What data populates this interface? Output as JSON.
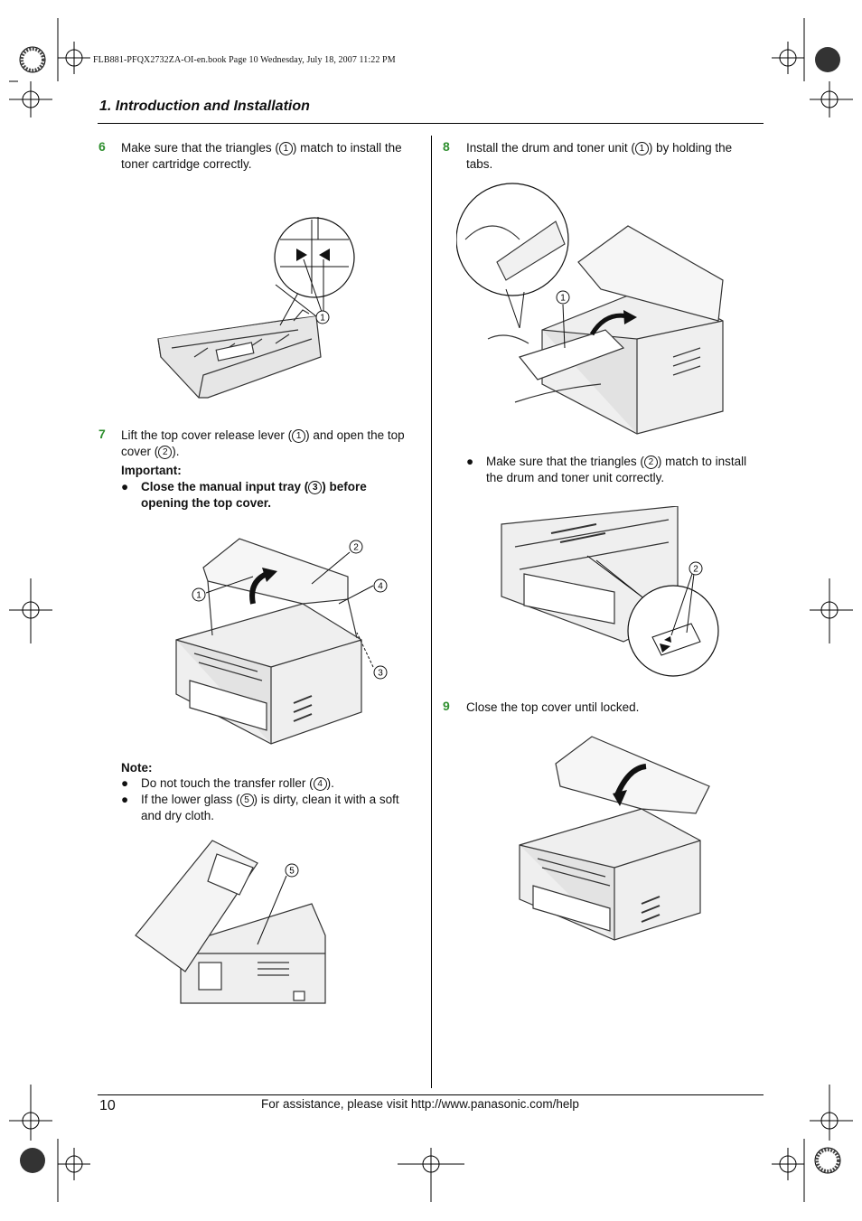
{
  "print_header": "FLB881-PFQX2732ZA-OI-en.book  Page 10  Wednesday, July 18, 2007  11:22 PM",
  "section_title": "1. Introduction and Installation",
  "steps": {
    "s6": {
      "num": "6",
      "line1a": "Make sure that the triangles (",
      "ref": "1",
      "line1b": ") match to install the",
      "line2": "toner cartridge correctly."
    },
    "s7": {
      "num": "7",
      "line1a": "Lift the top cover release lever (",
      "ref1": "1",
      "line1b": ") and open the top",
      "line2a": "cover (",
      "ref2": "2",
      "line2b": ")."
    },
    "important": {
      "label": "Important:",
      "line1a": "Close the manual input tray (",
      "ref": "3",
      "line1b": ") before",
      "line2": "opening the top cover."
    },
    "note": {
      "label": "Note:",
      "b1a": "Do not touch the transfer roller (",
      "b1ref": "4",
      "b1b": ").",
      "b2a": "If the lower glass (",
      "b2ref": "5",
      "b2b": ") is dirty, clean it with a soft",
      "b2c": "and dry cloth."
    },
    "s8": {
      "num": "8",
      "line1a": "Install the drum and toner unit (",
      "ref": "1",
      "line1b": ") by holding the",
      "line2": "tabs.",
      "b1a": "Make sure that the triangles (",
      "b1ref": "2",
      "b1b": ") match to install",
      "b1c": "the drum and toner unit correctly."
    },
    "s9": {
      "num": "9",
      "text": "Close the top cover until locked."
    }
  },
  "figure_labels": {
    "fig6": [
      "1"
    ],
    "fig7": [
      "1",
      "2",
      "3",
      "4"
    ],
    "fig_note": [
      "5"
    ],
    "fig8": [
      "1"
    ],
    "fig8b": [
      "2"
    ]
  },
  "bullet": "●",
  "page_number": "10",
  "footer": "For assistance, please visit http://www.panasonic.com/help"
}
